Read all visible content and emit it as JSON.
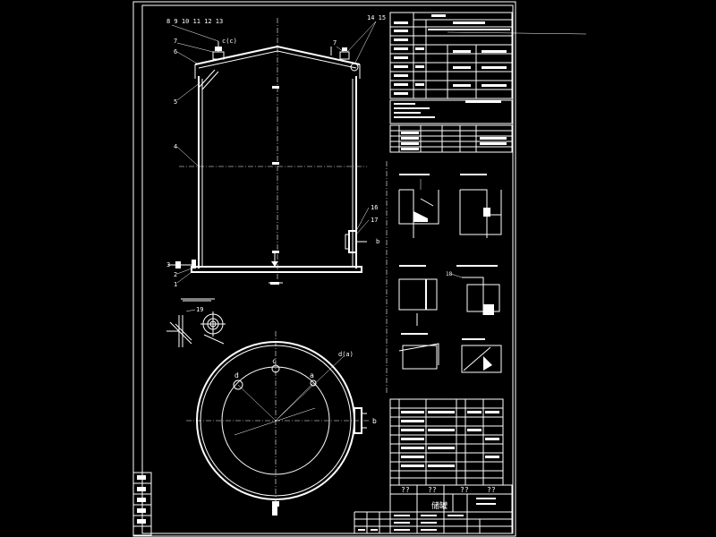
{
  "labels": {
    "top_part_numbers": "8 9 10 11 12 13",
    "top_right_part_numbers": "14 15",
    "nozzle_c": "c(c)",
    "nozzle_b": "b",
    "part_7_left": "7",
    "part_7_right": "7",
    "part_6": "6",
    "part_5": "5",
    "part_4": "4",
    "part_3": "3",
    "part_2": "2",
    "part_1": "1",
    "part_16": "16",
    "part_17": "17",
    "part_18": "18",
    "part_19": "19",
    "plan_d": "d",
    "plan_c": "c",
    "plan_a": "a",
    "plan_da": "d(a)",
    "plan_b": "b"
  },
  "title_block": {
    "drawing_name": "储罐",
    "unknown_cells": [
      "??",
      "??",
      "??",
      "??"
    ]
  }
}
